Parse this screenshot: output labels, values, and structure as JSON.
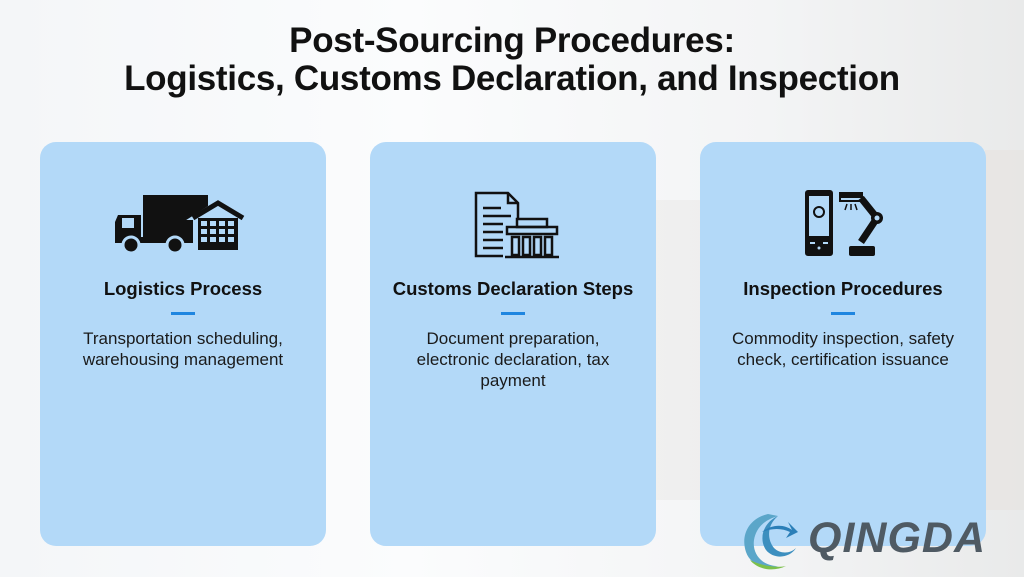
{
  "title": {
    "line1": "Post-Sourcing Procedures:",
    "line2": "Logistics, Customs Declaration, and Inspection"
  },
  "cards": [
    {
      "icon": "truck-warehouse-icon",
      "heading": "Logistics Process",
      "description": "Transportation scheduling, warehousing management"
    },
    {
      "icon": "document-customs-building-icon",
      "heading": "Customs Declaration Steps",
      "description": "Document preparation, electronic declaration, tax payment"
    },
    {
      "icon": "scanner-robot-arm-icon",
      "heading": "Inspection Procedures",
      "description": "Commodity inspection, safety check, certification issuance"
    }
  ],
  "logo": {
    "text": "QINGDA"
  },
  "colors": {
    "card": "#b3d9f8",
    "accent": "#1f86e0"
  }
}
